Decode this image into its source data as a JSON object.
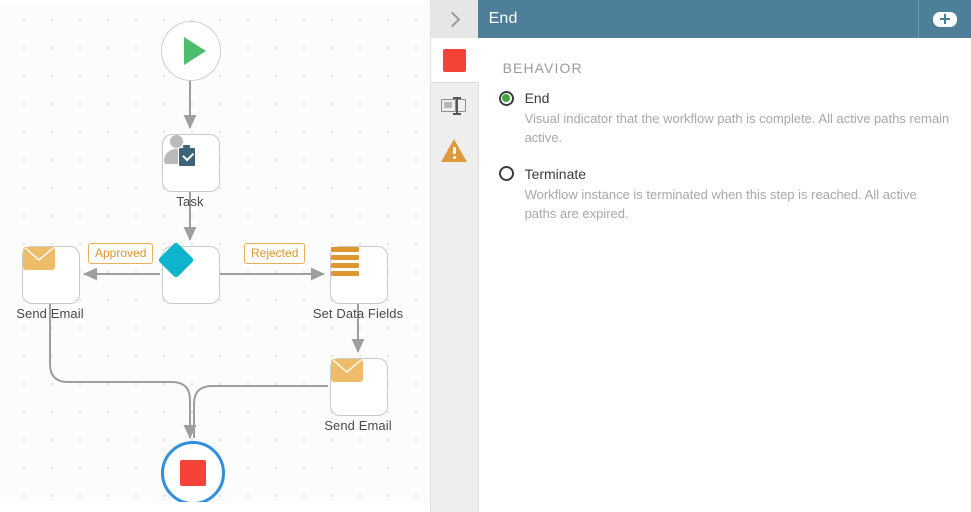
{
  "canvas": {
    "nodes": [
      {
        "id": "start",
        "type": "start-node",
        "icon": "play-icon",
        "label": ""
      },
      {
        "id": "task",
        "type": "task-node",
        "icon": "user-task-icon",
        "label": "Task"
      },
      {
        "id": "email_approved",
        "type": "send-email-node",
        "icon": "envelope-icon",
        "label": "Send Email"
      },
      {
        "id": "decision",
        "type": "decision-node",
        "icon": "diamond-icon",
        "label": ""
      },
      {
        "id": "setdata",
        "type": "set-data-fields-node",
        "icon": "data-bars-icon",
        "label": "Set Data Fields"
      },
      {
        "id": "email_rejected",
        "type": "send-email-node",
        "icon": "envelope-icon",
        "label": "Send Email"
      },
      {
        "id": "end",
        "type": "end-node",
        "icon": "stop-square-icon",
        "label": ""
      }
    ],
    "edge_labels": {
      "approved": "Approved",
      "rejected": "Rejected"
    },
    "colors": {
      "start_green": "#4cbd6b",
      "end_red": "#f44336",
      "selection_blue": "#2f8fe0",
      "diamond_cyan": "#0cb5cd",
      "envelope_orange": "#efbc6a",
      "data_bars_orange": "#e0962f",
      "edge_gray": "#9e9e9e"
    }
  },
  "panel": {
    "title": "End",
    "collapse_icon": "chevron-right-icon",
    "add_icon": "plus-icon",
    "header_color": "#4d7f99",
    "tabs": [
      {
        "id": "general",
        "icon": "stop-square-icon",
        "active": true
      },
      {
        "id": "rename",
        "icon": "rename-label-icon",
        "active": false
      },
      {
        "id": "warnings",
        "icon": "warning-triangle-icon",
        "active": false
      }
    ],
    "section": {
      "heading": "BEHAVIOR",
      "options": [
        {
          "label": "End",
          "selected": true,
          "description": "Visual indicator that the workflow path is complete. All active paths remain active."
        },
        {
          "label": "Terminate",
          "selected": false,
          "description": "Workflow instance is terminated when this step is reached. All active paths are expired."
        }
      ]
    }
  }
}
